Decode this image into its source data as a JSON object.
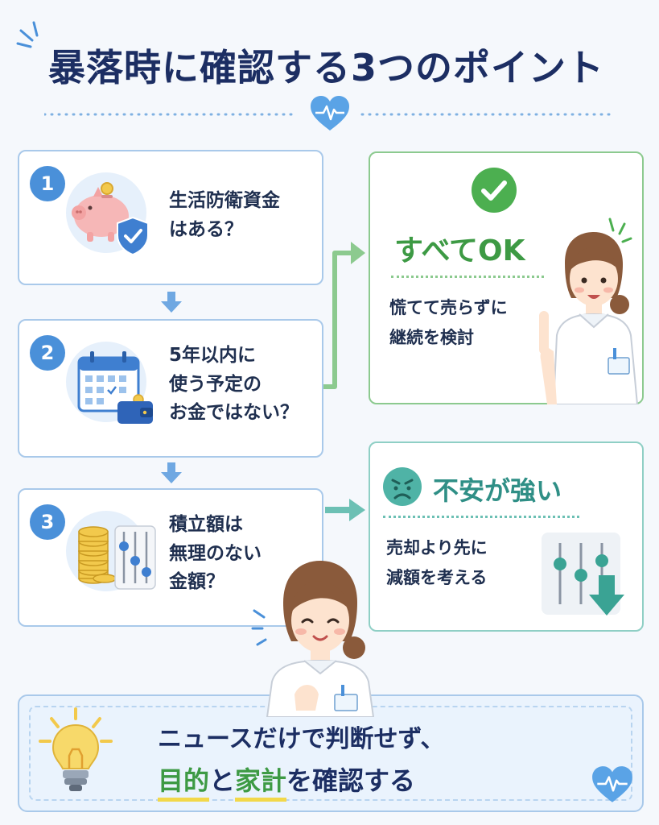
{
  "title": "暴落時に確認する3つのポイント",
  "steps": [
    {
      "number": "1",
      "line1": "生活防衛資金",
      "line2": "はある？"
    },
    {
      "number": "2",
      "line1": "5年以内に",
      "line2": "使う予定の",
      "line3": "お金ではない？"
    },
    {
      "number": "3",
      "line1": "積立額は",
      "line2": "無理のない",
      "line3": "金額？"
    }
  ],
  "ok": {
    "title": "すべてOK",
    "line1": "慌てて売らずに",
    "line2": "継続を検討"
  },
  "anxious": {
    "title": "不安が強い",
    "line1": "売却より先に",
    "line2": "減額を考える"
  },
  "banner": {
    "line1": "ニュースだけで判断せず、",
    "hl1": "目的",
    "mid": "と",
    "hl2": "家計",
    "tail": "を確認する"
  },
  "colors": {
    "title": "#1c2e63",
    "step_number": "#4a90d9",
    "ok_green": "#3d9a44",
    "anxious_teal": "#2f8f86",
    "highlight_yellow": "#f2d84a"
  },
  "icons": [
    "heart-pulse-icon",
    "piggy-bank-icon",
    "shield-check-icon",
    "calendar-icon",
    "wallet-icon",
    "coins-icon",
    "sliders-icon",
    "check-circle-icon",
    "worried-face-icon",
    "down-arrow-icon",
    "light-bulb-icon",
    "nurse-illustration"
  ]
}
